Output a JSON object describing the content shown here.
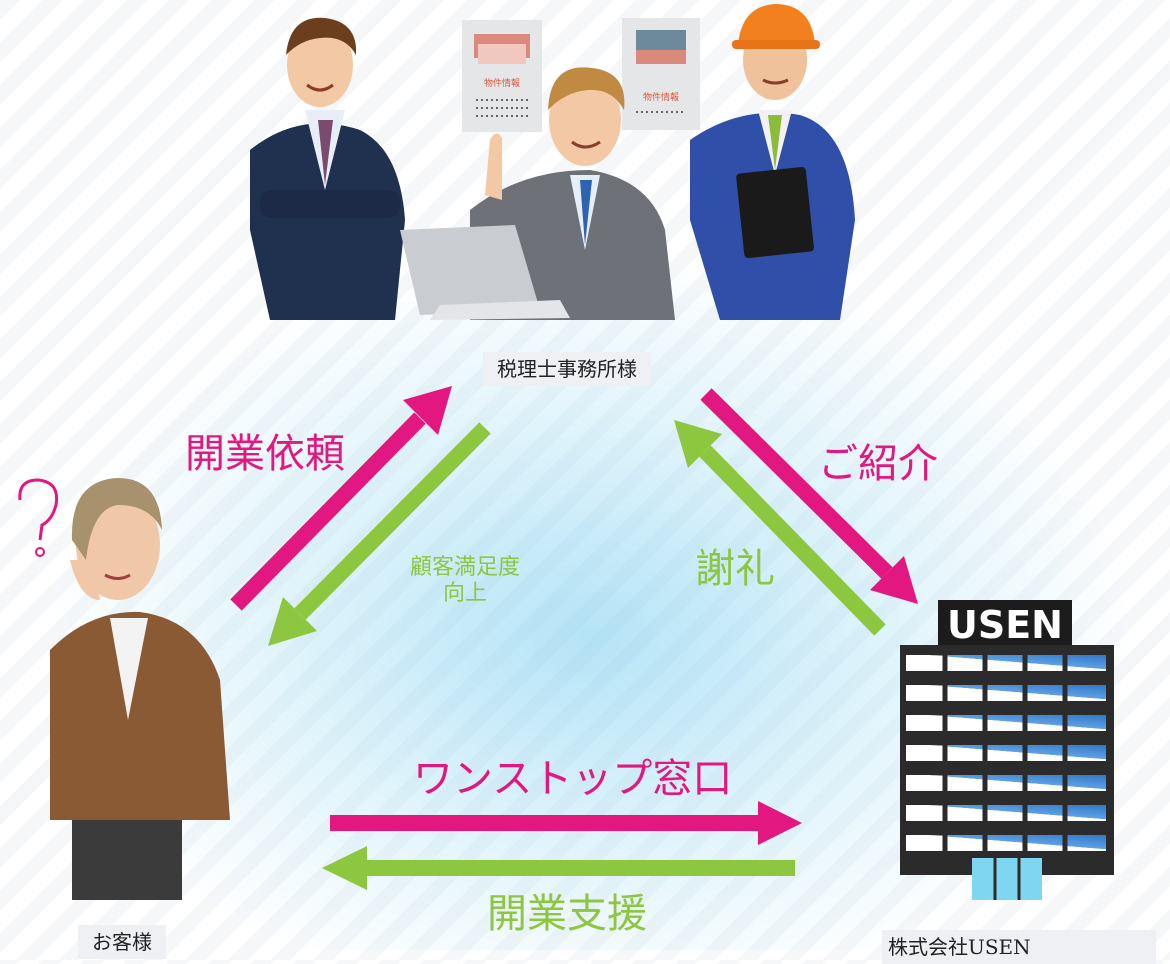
{
  "nodes": {
    "tax_office": "税理士事務所様",
    "customer": "お客様",
    "usen_company": "株式会社USEN"
  },
  "arrow_labels": {
    "request_opening": "開業依頼",
    "referral": "ご紹介",
    "satisfaction_line1": "顧客満足度",
    "satisfaction_line2": "向上",
    "thanks": "謝礼",
    "one_stop": "ワンストップ窓口",
    "opening_support": "開業支援"
  },
  "building_sign": "USEN",
  "document_caption": "物件情報",
  "colors": {
    "pink": "#e2177f",
    "green": "#8dc63f",
    "building_dark": "#2b2b2b",
    "glass_blue": "#4a8fd6"
  }
}
